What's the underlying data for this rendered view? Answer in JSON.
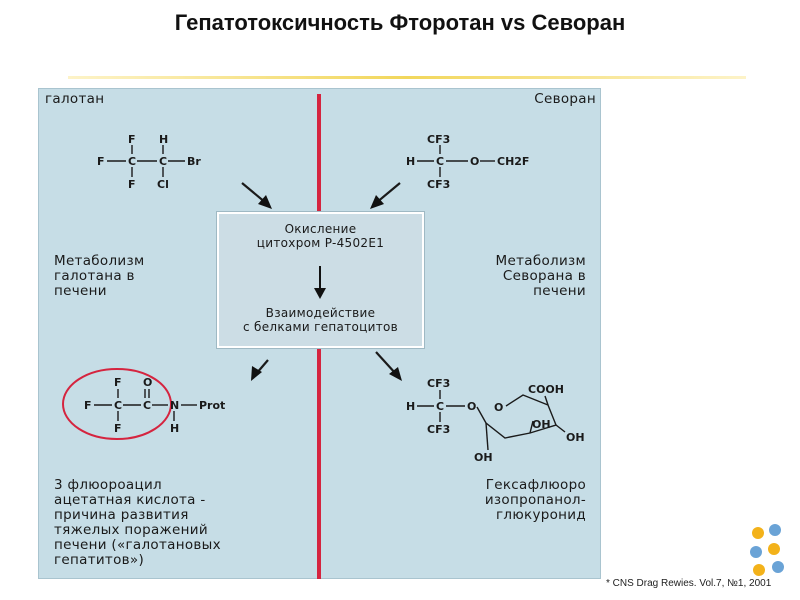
{
  "page": {
    "title": "Гепатотоксичность Фторотан vs Севоран",
    "footnote": "* CNS Drag Rewies. Vol.7, №1, 2001"
  },
  "left": {
    "header": "галотан",
    "metabolism": [
      "Метаболизм",
      "галотана в",
      "печени"
    ],
    "product": [
      "3 флюороацил",
      "ацетатная кислота -",
      "причина развития",
      "тяжелых поражений",
      "печени («галотановых",
      "гепатитов»)"
    ]
  },
  "right": {
    "header": "Севоран",
    "metabolism": [
      "Метаболизм",
      "Севорана в",
      "печени"
    ],
    "product": [
      "Гексафлюоро",
      "изопропанол-",
      "глюкуронид"
    ]
  },
  "center": {
    "line1": "Окисление",
    "line2": "цитохром P-4502E1",
    "line3": "Взаимодействие",
    "line4": "с белками гепатоцитов"
  },
  "structures": {
    "halothane": {
      "f_top": "F",
      "h_top": "H",
      "f_left": "F",
      "c1": "C",
      "c2": "C",
      "br": "Br",
      "f_bottom": "F",
      "cl": "Cl"
    },
    "sevoflurane": {
      "cf3_top": "CF3",
      "h": "H",
      "c": "C",
      "o": "O",
      "ch2f": "CH2F",
      "cf3_bottom": "CF3"
    },
    "tfa": {
      "f_top": "F",
      "o_top": "O",
      "f_left": "F",
      "c1": "C",
      "c2": "C",
      "n": "N",
      "prot": "Prot",
      "f_bottom": "F",
      "h": "H"
    },
    "hfip": {
      "cf3_top": "CF3",
      "h": "H",
      "c": "C",
      "o": "O",
      "cf3_bottom": "CF3",
      "cooh": "COOH",
      "oh1": "OH",
      "oh2": "OH",
      "oh3": "OH",
      "ring_o": "O"
    }
  },
  "colors": {
    "panel": "#c6dde6",
    "divider": "#d5243f",
    "highlight_circle": "#d5243f",
    "title_rule": "#f2d75c"
  }
}
